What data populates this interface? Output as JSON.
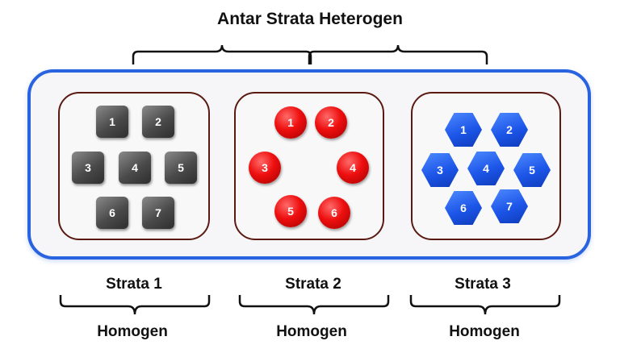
{
  "title": "Antar Strata Heterogen",
  "strata": [
    {
      "name": "Strata 1",
      "description": "Homogen",
      "shape": "square",
      "color": "#4a4a4a",
      "items": [
        "1",
        "2",
        "3",
        "4",
        "5",
        "6",
        "7"
      ]
    },
    {
      "name": "Strata 2",
      "description": "Homogen",
      "shape": "circle",
      "color": "#ee0f0f",
      "items": [
        "1",
        "2",
        "3",
        "4",
        "5",
        "6"
      ]
    },
    {
      "name": "Strata 3",
      "description": "Homogen",
      "shape": "hexagon",
      "color": "#1c55e8",
      "items": [
        "1",
        "2",
        "3",
        "4",
        "5",
        "6",
        "7"
      ]
    }
  ],
  "colors": {
    "population_border": "#2a63e0",
    "stratum_border": "#5a1a12"
  }
}
